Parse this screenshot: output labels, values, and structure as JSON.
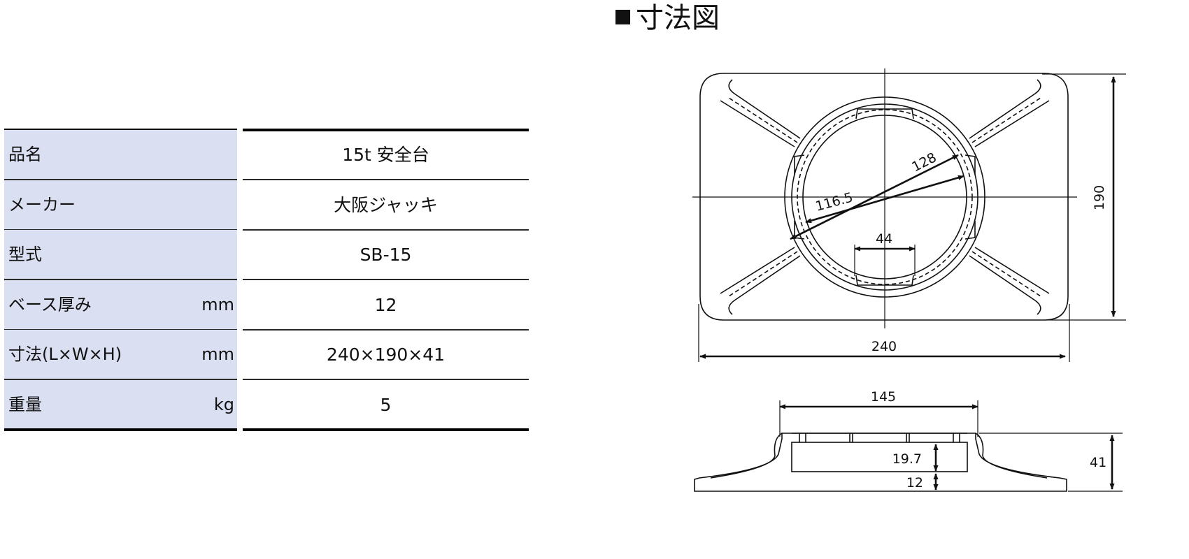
{
  "title": "寸法図",
  "spec_table": {
    "rows": [
      {
        "label": "品名",
        "unit": "",
        "value": "15t 安全台"
      },
      {
        "label": "メーカー",
        "unit": "",
        "value": "大阪ジャッキ"
      },
      {
        "label": "型式",
        "unit": "",
        "value": "SB-15"
      },
      {
        "label": "ベース厚み",
        "unit": "mm",
        "value": "12"
      },
      {
        "label": "寸法(L×W×H)",
        "unit": "mm",
        "value": "240×190×41"
      },
      {
        "label": "重量",
        "unit": "kg",
        "value": "5"
      }
    ]
  },
  "drawing": {
    "dim_128": "128",
    "dim_116_5": "116.5",
    "dim_44": "44",
    "dim_190": "190",
    "dim_240": "240",
    "dim_145": "145",
    "dim_19_7": "19.7",
    "dim_12": "12",
    "dim_41": "41"
  },
  "colors": {
    "label_bg": "#dae0f2",
    "rule": "#000000"
  }
}
